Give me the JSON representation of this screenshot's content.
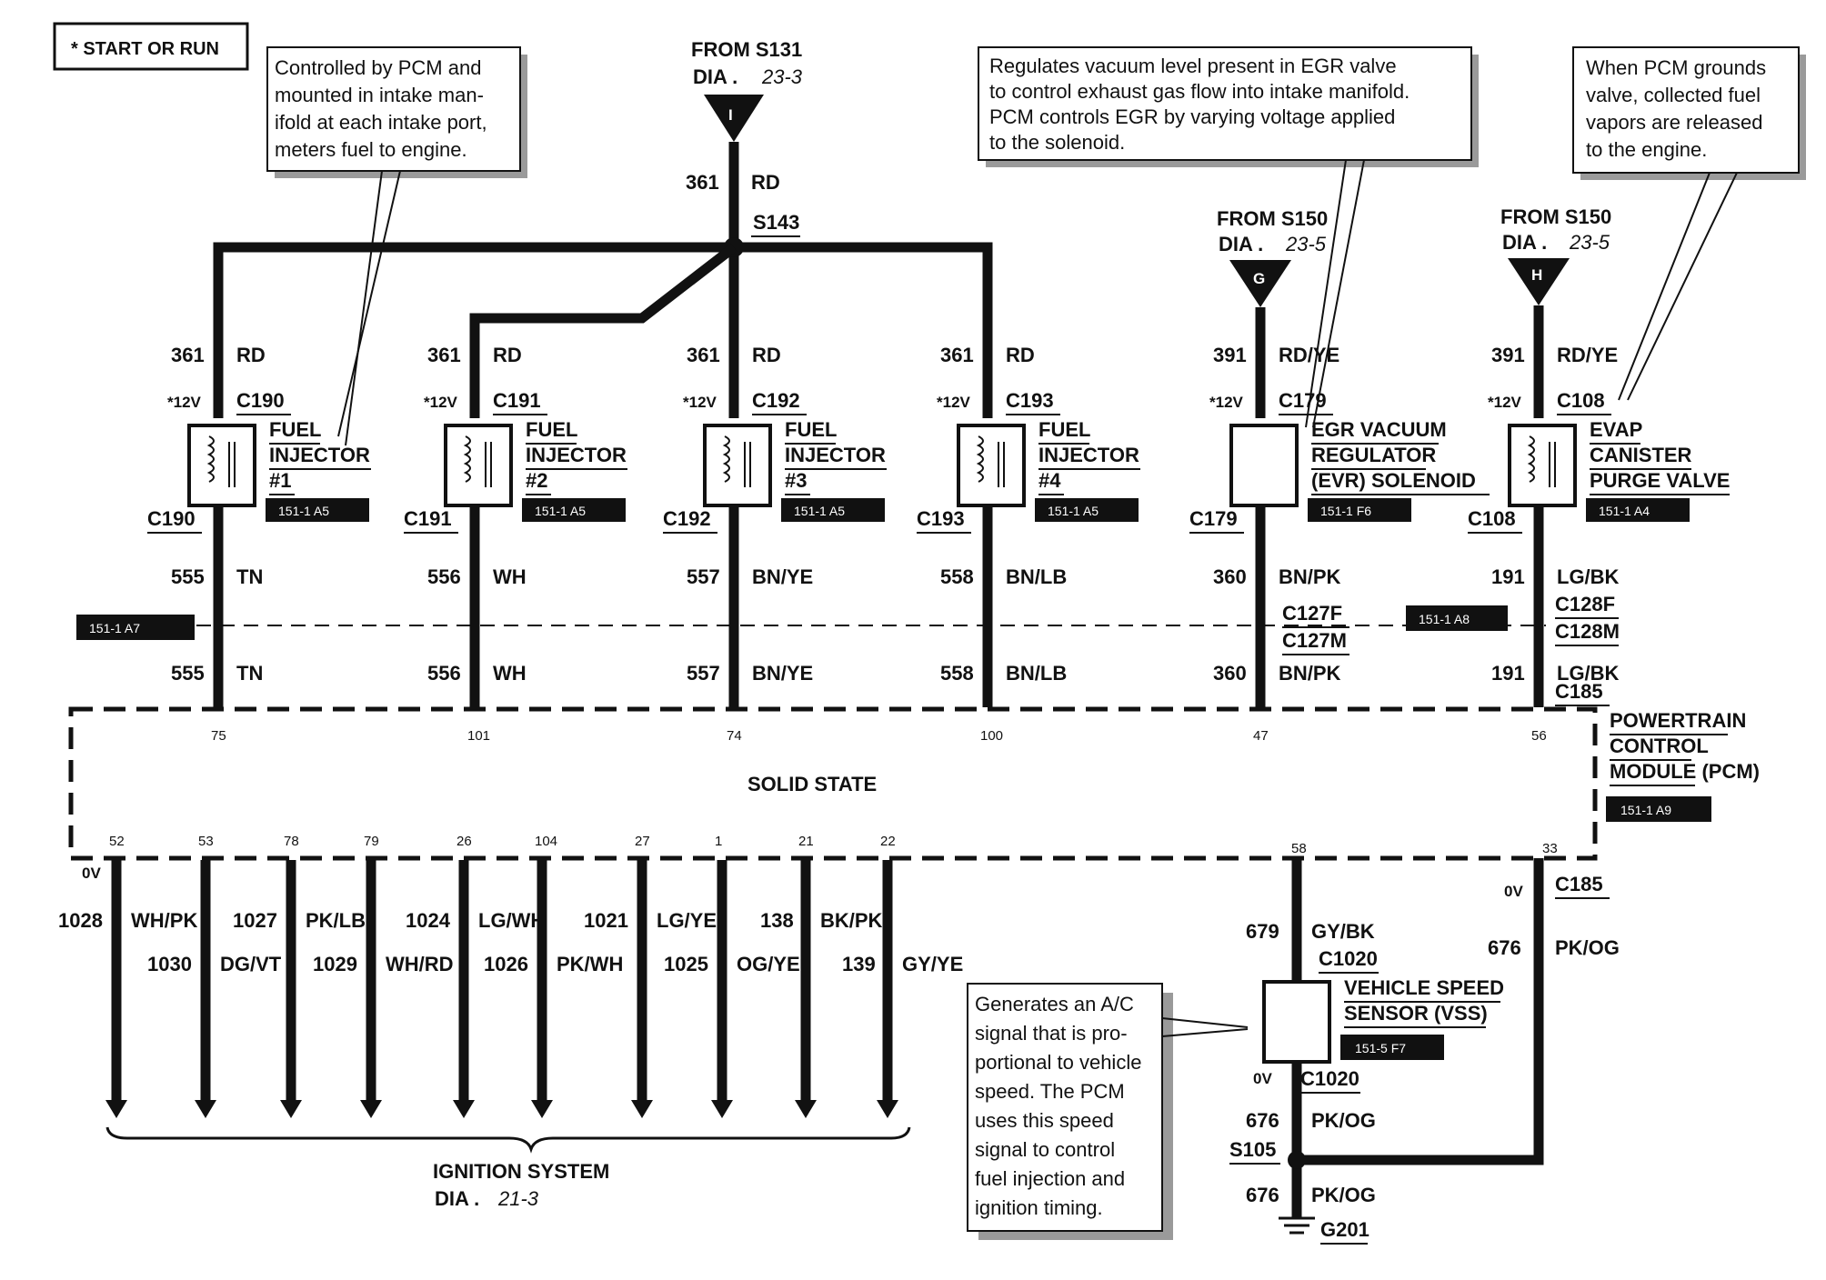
{
  "start_run_label": "* START OR RUN",
  "callouts": {
    "injector": [
      "Controlled by PCM and",
      "mounted in intake man-",
      "ifold at each intake port,",
      "meters fuel to engine."
    ],
    "egr": [
      "Regulates vacuum level present in EGR valve",
      "to control exhaust gas flow into intake manifold.",
      "PCM controls EGR by varying voltage applied",
      "to the solenoid."
    ],
    "evap": [
      "When PCM grounds",
      "valve, collected fuel",
      "vapors are released",
      "to the engine."
    ],
    "vss": [
      "Generates an A/C",
      "signal that is pro-",
      "portional to vehicle",
      "speed. The PCM",
      "uses this speed",
      "signal to control",
      "fuel injection and",
      "ignition timing."
    ]
  },
  "sources": {
    "s131": {
      "from": "FROM S131",
      "dia": "DIA .",
      "page": "23-3",
      "letter": "I"
    },
    "s150_g": {
      "from": "FROM S150",
      "dia": "DIA .",
      "page": "23-5",
      "letter": "G"
    },
    "s150_h": {
      "from": "FROM S150",
      "dia": "DIA .",
      "page": "23-5",
      "letter": "H"
    }
  },
  "splice_s143": "S143",
  "feed_circuit": {
    "num": "361",
    "color": "RD"
  },
  "twelve_v": "*12V",
  "components": [
    {
      "conn": "C190",
      "name": [
        "FUEL",
        "INJECTOR",
        "#1"
      ],
      "ref": "151-1 A5",
      "out_num": "555",
      "out_color": "TN",
      "pin": "75",
      "in_num": "361",
      "in_color": "RD"
    },
    {
      "conn": "C191",
      "name": [
        "FUEL",
        "INJECTOR",
        "#2"
      ],
      "ref": "151-1 A5",
      "out_num": "556",
      "out_color": "WH",
      "pin": "101",
      "in_num": "361",
      "in_color": "RD"
    },
    {
      "conn": "C192",
      "name": [
        "FUEL",
        "INJECTOR",
        "#3"
      ],
      "ref": "151-1 A5",
      "out_num": "557",
      "out_color": "BN/YE",
      "pin": "74",
      "in_num": "361",
      "in_color": "RD"
    },
    {
      "conn": "C193",
      "name": [
        "FUEL",
        "INJECTOR",
        "#4"
      ],
      "ref": "151-1 A5",
      "out_num": "558",
      "out_color": "BN/LB",
      "pin": "100",
      "in_num": "361",
      "in_color": "RD"
    },
    {
      "conn": "C179",
      "name": [
        "EGR VACUUM",
        "REGULATOR",
        "(EVR) SOLENOID"
      ],
      "ref": "151-1 F6",
      "out_num": "360",
      "out_color": "BN/PK",
      "pin": "47",
      "in_num": "391",
      "in_color": "RD/YE"
    },
    {
      "conn": "C108",
      "name": [
        "EVAP",
        "CANISTER",
        "PURGE VALVE"
      ],
      "ref": "151-1 A4",
      "out_num": "191",
      "out_color": "LG/BK",
      "pin": "56",
      "in_num": "391",
      "in_color": "RD/YE"
    }
  ],
  "inline_connectors": {
    "c127f": "C127F",
    "c127m": "C127M",
    "c128f": "C128F",
    "c128m": "C128M",
    "c185": "C185",
    "ref_a7": "151-1 A7",
    "ref_a8": "151-1 A8"
  },
  "pcm": {
    "name": [
      "POWERTRAIN",
      "CONTROL",
      "MODULE (PCM)"
    ],
    "ref": "151-1 A9",
    "center_label": "SOLID STATE"
  },
  "ignition_outputs": [
    {
      "pin": "52",
      "num": "1028",
      "color": "WH/PK"
    },
    {
      "pin": "53",
      "num": "1030",
      "color": "DG/VT"
    },
    {
      "pin": "78",
      "num": "1027",
      "color": "PK/LB"
    },
    {
      "pin": "79",
      "num": "1029",
      "color": "WH/RD"
    },
    {
      "pin": "26",
      "num": "1024",
      "color": "LG/WH"
    },
    {
      "pin": "104",
      "num": "1026",
      "color": "PK/WH"
    },
    {
      "pin": "27",
      "num": "1021",
      "color": "LG/YE"
    },
    {
      "pin": "1",
      "num": "1025",
      "color": "OG/YE"
    },
    {
      "pin": "21",
      "num": "138",
      "color": "BK/PK"
    },
    {
      "pin": "22",
      "num": "139",
      "color": "GY/YE"
    }
  ],
  "zero_v": "0V",
  "ignition_destination": {
    "name": "IGNITION SYSTEM",
    "dia": "DIA .",
    "page": "21-3"
  },
  "vss": {
    "name": [
      "VEHICLE SPEED",
      "SENSOR (VSS)"
    ],
    "ref": "151-5 F7",
    "conn": "C1020",
    "pin_in": "58",
    "pin_ret": "33",
    "sig_num": "679",
    "sig_color": "GY/BK",
    "ret_num": "676",
    "ret_color": "PK/OG",
    "splice": "S105",
    "ground": "G201",
    "c185": "C185"
  }
}
